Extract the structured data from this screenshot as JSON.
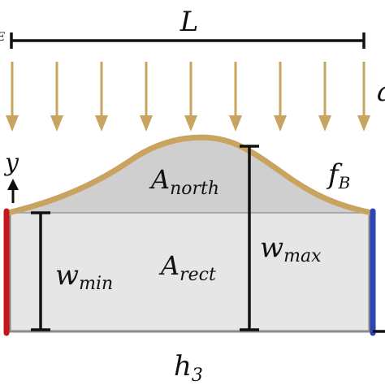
{
  "labels": {
    "length": "L",
    "heat_flux_symbol": "q",
    "left_edge_fragment": "E",
    "y_axis": "y",
    "boundary_function": "f",
    "boundary_function_sub": "B",
    "area_north": "A",
    "area_north_sub": "north",
    "area_rect": "A",
    "area_rect_sub": "rect",
    "width_min": "w",
    "width_min_sub": "min",
    "width_max": "w",
    "width_max_sub": "max",
    "bottom_h": "h",
    "bottom_h_sub": "3"
  },
  "colors": {
    "flux_arrow": "#c9a461",
    "top_boundary": "#c9a461",
    "north_fill": "#cfcfcf",
    "rect_fill": "#e6e6e6",
    "outline": "#888888",
    "hot_side": "#c4161c",
    "cold_side": "#2b46b5",
    "dimension_line": "#111111"
  }
}
